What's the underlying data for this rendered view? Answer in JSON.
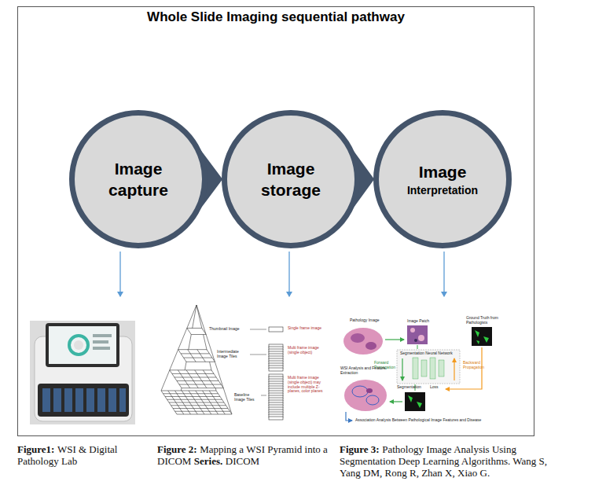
{
  "diagram": {
    "title": "Whole Slide Imaging sequential pathway",
    "nodes": [
      {
        "text": [
          "Image capture"
        ]
      },
      {
        "text": [
          "Image storage"
        ]
      },
      {
        "text": [
          "Image",
          "Interpretation"
        ]
      }
    ],
    "edges": [
      {
        "from": 0,
        "to": 1,
        "arrow": "to"
      },
      {
        "from": 1,
        "to": 2,
        "arrow": "to"
      }
    ],
    "labels": [
      "Thumbnail Image",
      "Single frame image",
      "Intermediate Image Tiles",
      "Multi frame image (single object)",
      "Baseline Image Tiles",
      "Multi frame image (single object) may include multiple Z-planes, color planes",
      "Pathology Image",
      "Image Patch",
      "Ground Truth from Pathologists",
      "Segmentation Neural Network",
      "Forward Propagation",
      "Backward Propagation",
      "WSI Analysis and Feature Extraction",
      "Segmentation",
      "Loss",
      "Association Analysis Between Pathological Image Features and Disease",
      "Figure1:",
      "WSI & Digital Pathology Lab",
      "Figure 2:",
      "Mapping a WSI Pyramid into a DICOM",
      "Series.",
      "DICOM",
      "Figure 3:",
      "Pathology Image Analysis Using Segmentation Deep Learning Algorithms. Wang S, Yang DM, Rong R, Zhan X, Xiao G."
    ]
  }
}
